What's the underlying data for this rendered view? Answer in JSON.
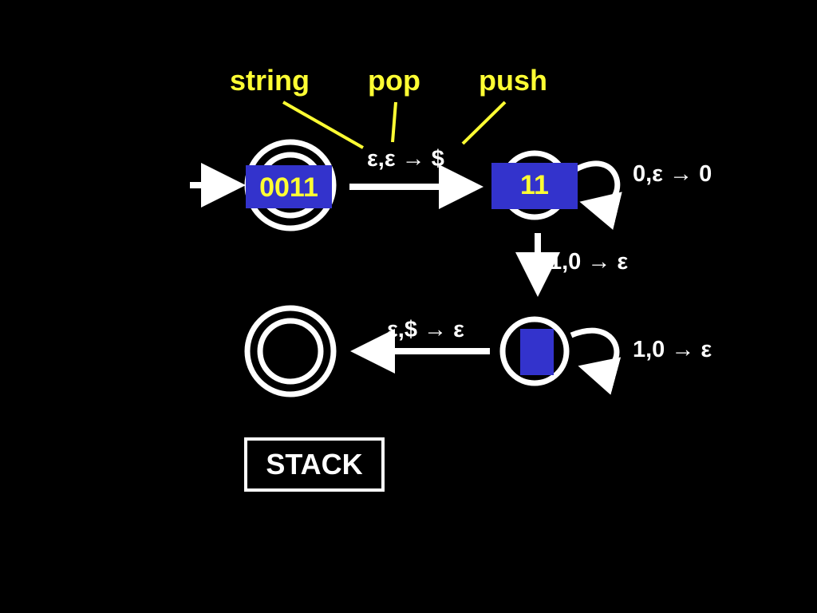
{
  "annotations": {
    "string": "string",
    "pop": "pop",
    "push": "push"
  },
  "transitions": {
    "q1_to_q2": "ε,ε → $",
    "q2_loop": "0,ε → 0",
    "q2_to_q3": "1,0 → ε",
    "q3_loop": "1,0 → ε",
    "q3_to_q4": "ε,$ → ε"
  },
  "tapes": {
    "start_state": "0011",
    "second_state": "11",
    "third_state": ""
  },
  "stack": {
    "label": "STACK"
  },
  "colors": {
    "background": "#000000",
    "annotation": "#FFFF33",
    "diagram": "#FFFFFF",
    "tape_fill": "#3333CC",
    "tape_text": "#FFFF33"
  }
}
